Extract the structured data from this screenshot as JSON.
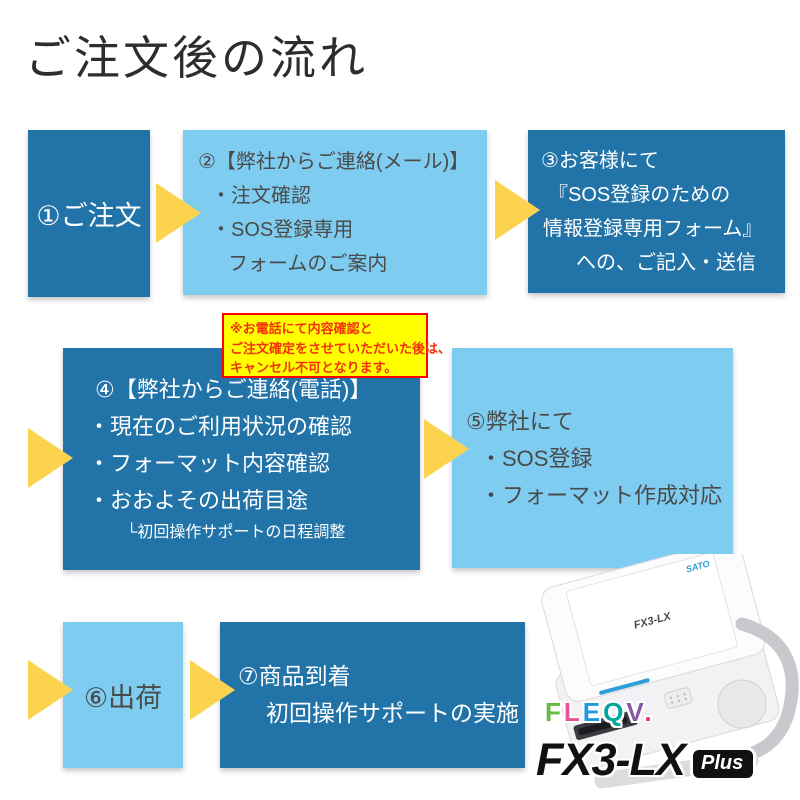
{
  "page": {
    "title": "ご注文後の流れ"
  },
  "colors": {
    "dark_blue": "#2173a8",
    "light_blue": "#7ecdf1",
    "arrow_yellow": "#fcd34f",
    "note_bg": "#ffff00",
    "note_border": "#ff0000",
    "note_text": "#f5310a",
    "text_on_light": "#4a4a4a",
    "text_on_dark": "#ffffff",
    "title_text": "#2d2d2d",
    "sato_blue": "#2f9fd8",
    "model_black": "#111111"
  },
  "flow": {
    "steps": [
      {
        "id": 1,
        "variant": "dark",
        "lines": [
          "①ご注文"
        ]
      },
      {
        "id": 2,
        "variant": "light",
        "lines": [
          "②【弊社からご連絡(メール)】",
          "・注文確認",
          "・SOS登録専用",
          "フォームのご案内"
        ]
      },
      {
        "id": 3,
        "variant": "dark",
        "lines": [
          "③お客様にて",
          "『SOS登録のための",
          "情報登録専用フォーム』",
          "への、ご記入・送信"
        ]
      },
      {
        "id": 4,
        "variant": "dark",
        "lines": [
          "④【弊社からご連絡(電話)】",
          "・現在のご利用状況の確認",
          "・フォーマット内容確認",
          "・おおよその出荷目途",
          "└初回操作サポートの日程調整"
        ]
      },
      {
        "id": 5,
        "variant": "light",
        "lines": [
          "⑤弊社にて",
          "・SOS登録",
          "・フォーマット作成対応"
        ]
      },
      {
        "id": 6,
        "variant": "light",
        "lines": [
          "⑥出荷"
        ]
      },
      {
        "id": 7,
        "variant": "dark",
        "lines": [
          "⑦商品到着",
          "初回操作サポートの実施"
        ]
      }
    ],
    "note": {
      "lines": [
        "※お電話にて内容確認と",
        "ご注文確定をさせていただいた後は、",
        "キャンセル不可となります。"
      ]
    }
  },
  "product": {
    "brand": "SATO",
    "screen_logo": "FX3-LX",
    "model": "FX3-LX",
    "model_suffix": "Plus",
    "logo_fleqv": {
      "letters": [
        {
          "ch": "F",
          "color": "#64bd3c"
        },
        {
          "ch": "L",
          "color": "#e85298"
        },
        {
          "ch": "E",
          "color": "#1e9ade"
        },
        {
          "ch": "Q",
          "color": "#00a79b"
        },
        {
          "ch": "V",
          "color": "#8b57a5"
        },
        {
          "ch": ".",
          "color": "#e73562"
        }
      ]
    }
  }
}
